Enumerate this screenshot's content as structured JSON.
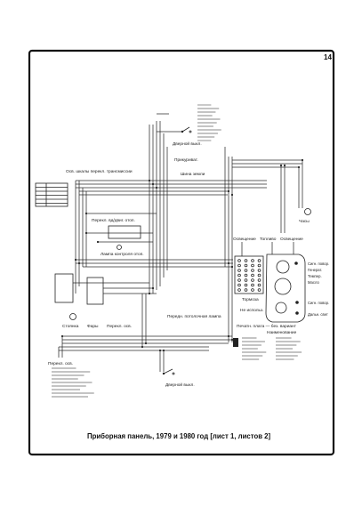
{
  "page": {
    "number": "14",
    "caption": "Приборная панель, 1979 и 1980 год [лист 1, листов 2]"
  },
  "labels": {
    "door_switch_top": "Дверной выкл.",
    "cigar_lighter": "Прикуриват.",
    "ground_bus": "Шина земли",
    "trans_dial_light": "Осв. шкалы перекл. трансмиссии",
    "heater_fan_switch": "Перекл. вд/двиг. отоп.",
    "heater_lamp": "Лампа контроля отоп.",
    "parking": "Стоянка",
    "headlamps": "Фары",
    "light_switch": "Перекл. осв.",
    "clock": "Часы",
    "illum_left": "Освещение",
    "fuel": "Топливо",
    "illum_right": "Освещение",
    "turn_signal_1": "Сигн. повор.",
    "alternator": "Генерат.",
    "temp": "Темпер.",
    "oil": "Масло",
    "turn_signal_2": "Сигн. повор.",
    "high_beam": "Дальн. свет",
    "brakes": "Тормоза",
    "not_used": "Не использ.",
    "dome_lamp": "Передн. потолочная лампа",
    "printed_circuit": "Печатн. плата — без. вариант",
    "legend_heading": "Наименование",
    "door_switch_bottom": "Дверной выкл.",
    "light_switch_bottom": "Перекл. осв."
  }
}
